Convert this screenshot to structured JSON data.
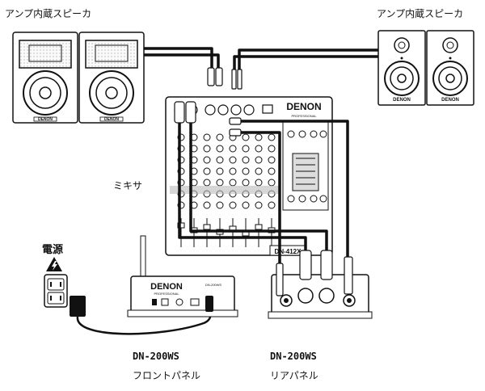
{
  "labels": {
    "speaker_left": "アンプ内蔵スピーカ",
    "speaker_right": "アンプ内蔵スピーカ",
    "mixer": "ミキサ",
    "power": "電源",
    "front_model": "DN-200WS",
    "front_panel": "フロントパネル",
    "rear_model": "DN-200WS",
    "rear_panel": "リアパネル"
  },
  "devices": {
    "speaker_brand": "DENON",
    "speaker_badge": "DENON",
    "mixer_brand": "DENON",
    "mixer_sub": "PROFESSIONAL",
    "mixer_model": "DN-412X",
    "front_brand": "DENON",
    "front_sub": "PROFESSIONAL",
    "front_model_text": "DN-200WS"
  }
}
